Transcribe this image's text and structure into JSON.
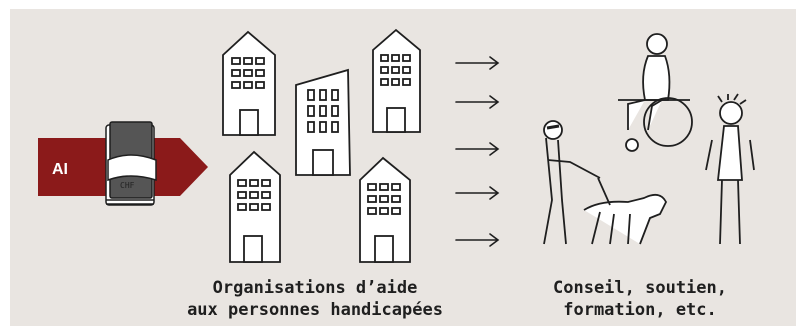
{
  "diagram": {
    "source_label": "AI",
    "money_label": "CHF",
    "caption_left": [
      "Organisations d’aide",
      "aux personnes handicapées"
    ],
    "caption_right": [
      "Conseil, soutien,",
      "formation, etc."
    ],
    "colors": {
      "background": "#e9e5e1",
      "arrow_band": "#8b1a1a",
      "ink": "#1f1f1f",
      "white": "#ffffff"
    },
    "icons": [
      "money-bundle-icon",
      "building-icon",
      "arrow-icon",
      "wheelchair-user-icon",
      "guide-dog-user-icon",
      "standing-person-icon"
    ]
  }
}
